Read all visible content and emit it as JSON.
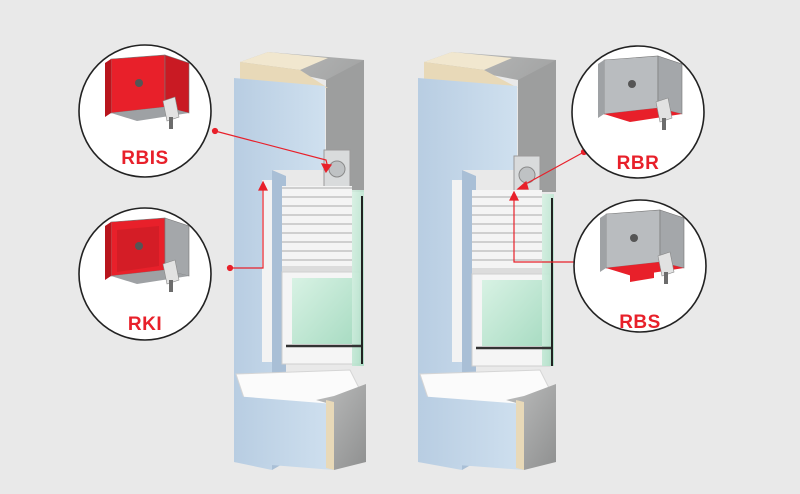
{
  "colors": {
    "background": "#e9e9e9",
    "accent_red": "#e8202a",
    "insulation_blue": "#c3d6e8",
    "concrete": "#a9aaaa",
    "render_cream": "#ece0c4",
    "glass": "#c8ead8",
    "metal_grey": "#b9bcbf"
  },
  "callouts": [
    {
      "id": "rbis",
      "label": "RBIS",
      "variant": "full-red"
    },
    {
      "id": "rki",
      "label": "RKI",
      "variant": "inner-red"
    },
    {
      "id": "rbr",
      "label": "RBR",
      "variant": "bottom-red"
    },
    {
      "id": "rbs",
      "label": "RBS",
      "variant": "base-red"
    }
  ]
}
